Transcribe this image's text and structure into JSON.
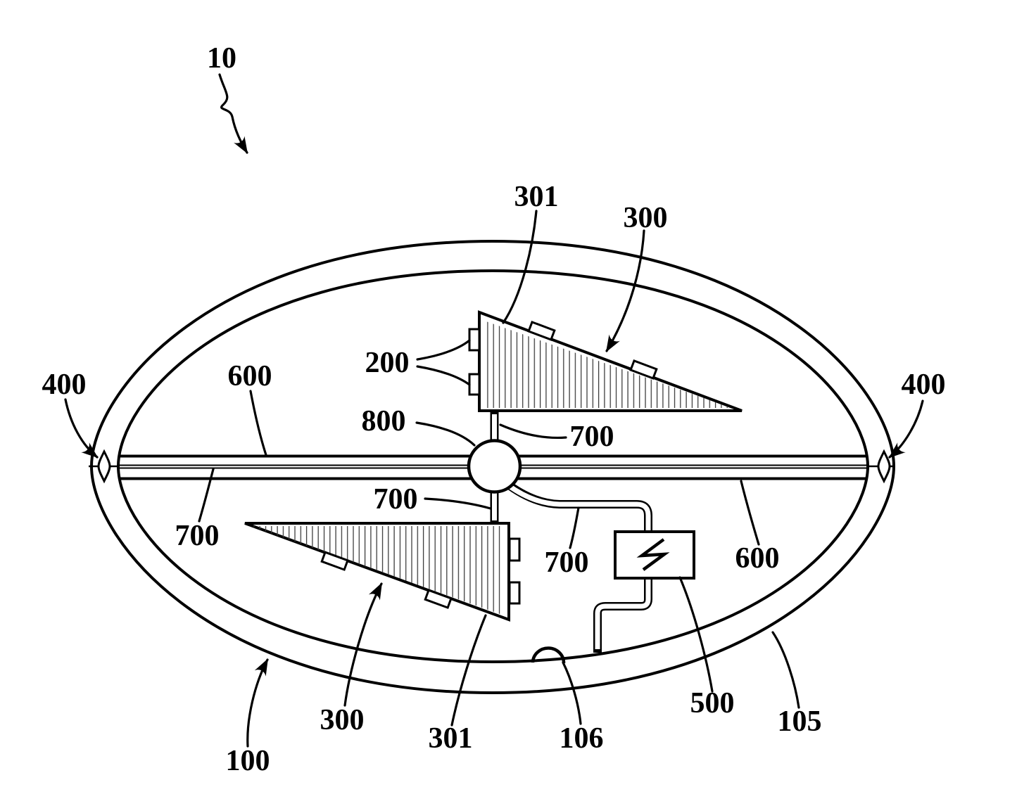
{
  "figure": {
    "type": "patent-line-drawing",
    "background": "#ffffff",
    "line_color": "#000000",
    "hatch_color": "#3c3c3c"
  },
  "labels": {
    "l10": "10",
    "l100": "100",
    "l105": "105",
    "l106": "106",
    "l200": "200",
    "l300_top": "300",
    "l300_bottom": "300",
    "l301_top": "301",
    "l301_bottom": "301",
    "l400_left": "400",
    "l400_right": "400",
    "l500": "500",
    "l600_upper": "600",
    "l600_lower": "600",
    "l700_upper": "700",
    "l700_left": "700",
    "l700_middle": "700",
    "l700_lower": "700",
    "l800": "800"
  }
}
